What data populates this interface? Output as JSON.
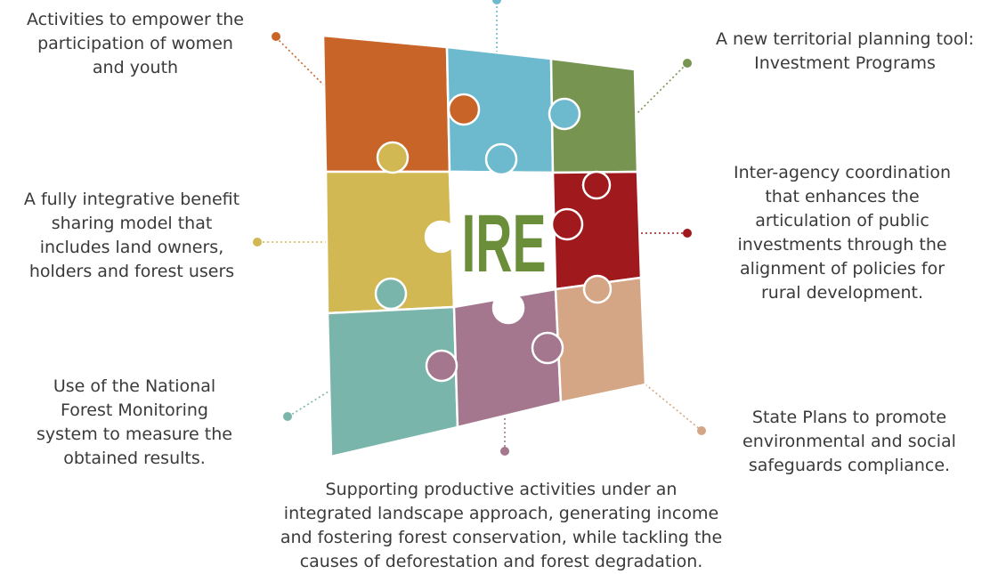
{
  "center_label": "IRE",
  "colors": {
    "orange": "#c96428",
    "blue": "#6dbacf",
    "green": "#789451",
    "yellow": "#d1b853",
    "red": "#a0191d",
    "teal": "#79b5aa",
    "purple": "#a4778f",
    "tan": "#d4a685",
    "center_text": "#6a8e3a",
    "text": "#3a3a3a"
  },
  "labels": {
    "women_youth": "Activities to empower the\nparticipation of women\nand youth",
    "investment_programs": "A new territorial planning tool:\nInvestment Programs",
    "benefit_sharing": "A fully integrative benefit\nsharing model that\nincludes land owners,\nholders and forest users",
    "inter_agency": "Inter-agency coordination\nthat enhances the\narticulation of public\ninvestments through the\nalignment of policies for\nrural development.",
    "forest_monitoring": "Use of the National\nForest Monitoring\nsystem to measure the\nobtained results.",
    "state_plans": "State Plans to promote\nenvironmental and social\nsafeguards compliance.",
    "productive_activities": "Supporting productive activities under an\nintegrated landscape approach, generating income\nand fostering forest conservation, while tackling the\ncauses of deforestation and forest degradation."
  }
}
